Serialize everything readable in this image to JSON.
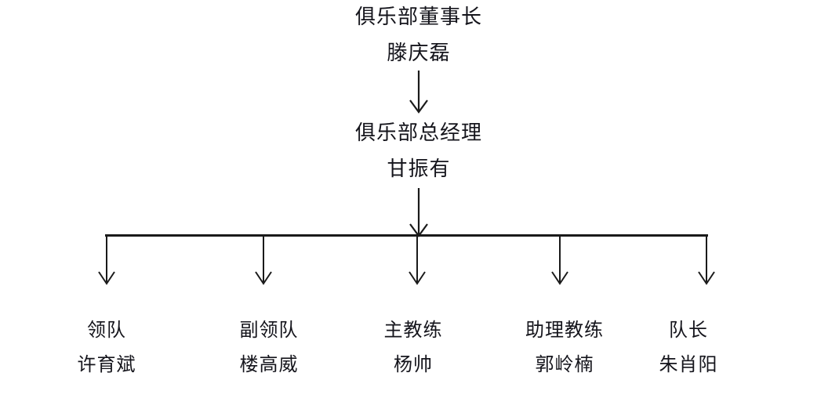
{
  "diagram": {
    "type": "organization-chart",
    "title_text": "",
    "background_color": "#ffffff",
    "line_color": "#1a1a1a",
    "text_color": "#15151c",
    "levels": [
      {
        "level": 1,
        "nodes": [
          {
            "title": "俱乐部董事长",
            "name": "滕庆磊"
          }
        ]
      },
      {
        "level": 2,
        "nodes": [
          {
            "title": "俱乐部总经理",
            "name": "甘振有"
          }
        ]
      },
      {
        "level": 3,
        "nodes": [
          {
            "title": "领队",
            "name": "许育斌"
          },
          {
            "title": "副领队",
            "name": "楼高威"
          },
          {
            "title": "主教练",
            "name": "杨帅"
          },
          {
            "title": "助理教练",
            "name": "郭岭楠"
          },
          {
            "title": "队长",
            "name": "朱肖阳"
          }
        ]
      }
    ],
    "connectors": {
      "arrow_1_label": "chairman-to-general-manager",
      "arrow_2_label": "general-manager-to-bus",
      "bus_label": "horizontal-distribution-bus",
      "drop_labels": [
        "drop-to-team-leader",
        "drop-to-deputy-team-leader",
        "drop-to-head-coach",
        "drop-to-assistant-coach",
        "drop-to-team-captain"
      ]
    }
  }
}
